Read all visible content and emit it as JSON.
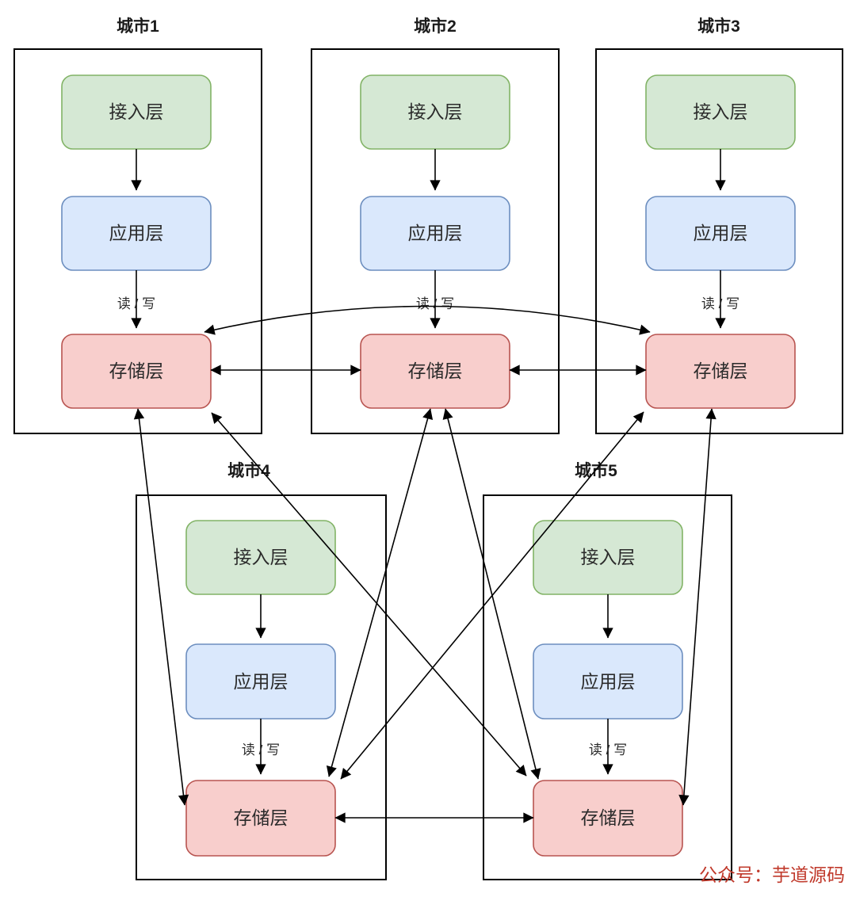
{
  "diagram": {
    "cities": [
      {
        "title": "城市1",
        "layers": {
          "access": "接入层",
          "app": "应用层",
          "storage": "存储层"
        },
        "rw_label": "读 / 写"
      },
      {
        "title": "城市2",
        "layers": {
          "access": "接入层",
          "app": "应用层",
          "storage": "存储层"
        },
        "rw_label": "读 / 写"
      },
      {
        "title": "城市3",
        "layers": {
          "access": "接入层",
          "app": "应用层",
          "storage": "存储层"
        },
        "rw_label": "读 / 写"
      },
      {
        "title": "城市4",
        "layers": {
          "access": "接入层",
          "app": "应用层",
          "storage": "存储层"
        },
        "rw_label": "读 / 写"
      },
      {
        "title": "城市5",
        "layers": {
          "access": "接入层",
          "app": "应用层",
          "storage": "存储层"
        },
        "rw_label": "读 / 写"
      }
    ],
    "connections": [
      "storage1-storage2",
      "storage2-storage3",
      "storage1-storage3",
      "storage4-storage5",
      "storage1-storage4",
      "storage1-storage5",
      "storage2-storage4",
      "storage2-storage5",
      "storage3-storage4",
      "storage3-storage5"
    ],
    "watermark": "公众号：芋道源码",
    "colors": {
      "access_fill": "#d5e8d4",
      "access_border": "#82b366",
      "app_fill": "#dae8fc",
      "app_border": "#6c8ebf",
      "storage_fill": "#f8cecc",
      "storage_border": "#b85450",
      "container_border": "#000000",
      "line": "#000000",
      "watermark": "#c0392b"
    }
  }
}
